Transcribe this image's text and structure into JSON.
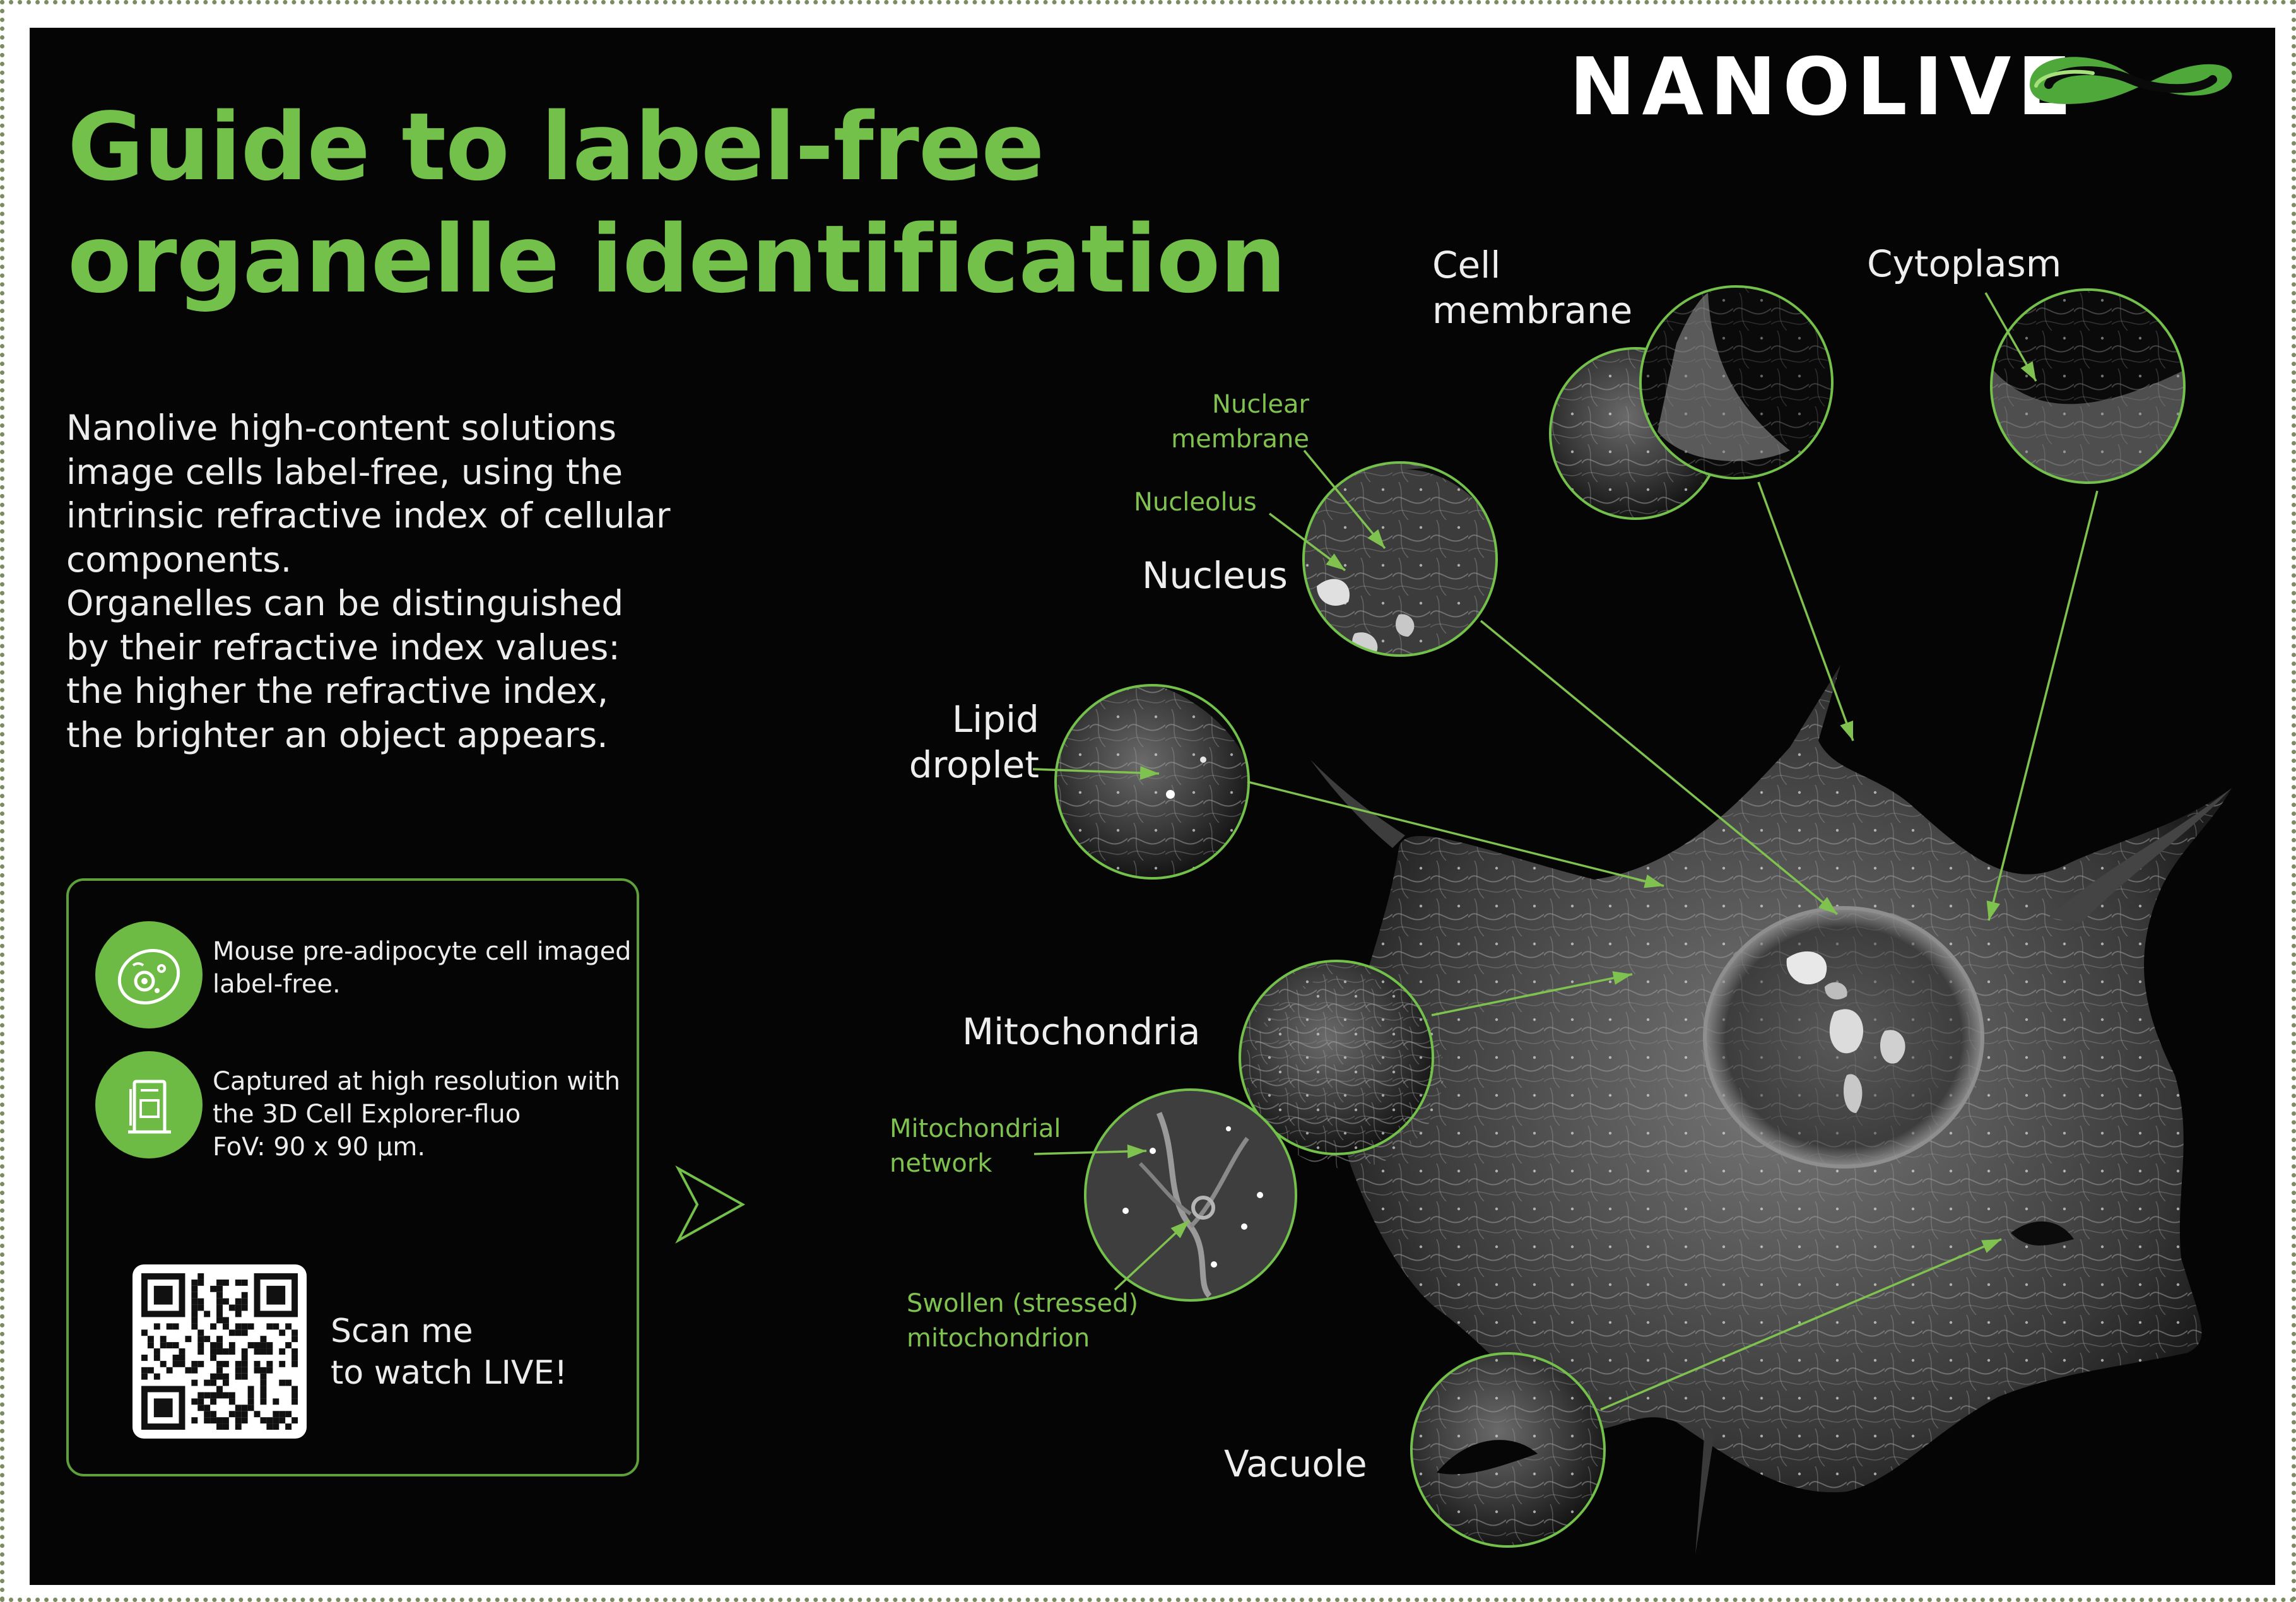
{
  "title": {
    "line1": "Guide to label-free",
    "line2": "organelle identification"
  },
  "logo": {
    "text": "NANOLIVE",
    "mark": "infinity-loop-logo-icon"
  },
  "intro": {
    "p1": "Nanolive high-content solutions image cells label-free, using the intrinsic refractive index of cellular components.",
    "p2": "Organelles can be distinguished by their refractive index values: the higher the refractive index, the brighter an object appears."
  },
  "info": {
    "item1": {
      "icon": "cell-icon",
      "line1": "Mouse pre-adipocyte cell imaged",
      "line2": "label-free."
    },
    "item2": {
      "icon": "microscope-device-icon",
      "line1": "Captured at high resolution with",
      "line2": "the 3D Cell Explorer-fluo",
      "line3": "FoV: 90 x 90 µm."
    },
    "qr": {
      "icon": "qr-code-icon",
      "line1": "Scan me",
      "line2": "to watch LIVE!"
    }
  },
  "labels": {
    "cell_membrane": {
      "line1": "Cell",
      "line2": "membrane"
    },
    "cytoplasm": "Cytoplasm",
    "nuclear_membrane": {
      "line1": "Nuclear",
      "line2": "membrane"
    },
    "nucleolus": "Nucleolus",
    "nucleus": "Nucleus",
    "lipid_droplet": {
      "line1": "Lipid",
      "line2": "droplet"
    },
    "mitochondria": "Mitochondria",
    "mitochondrial_network": {
      "line1": "Mitochondrial",
      "line2": "network"
    },
    "swollen_mitochondrion": {
      "line1": "Swollen (stressed)",
      "line2": "mitochondrion"
    },
    "vacuole": "Vacuole"
  },
  "colors": {
    "accent_green": "#73c04a",
    "label_green": "#7fc24f",
    "background": "#050505",
    "text": "#ececec"
  }
}
